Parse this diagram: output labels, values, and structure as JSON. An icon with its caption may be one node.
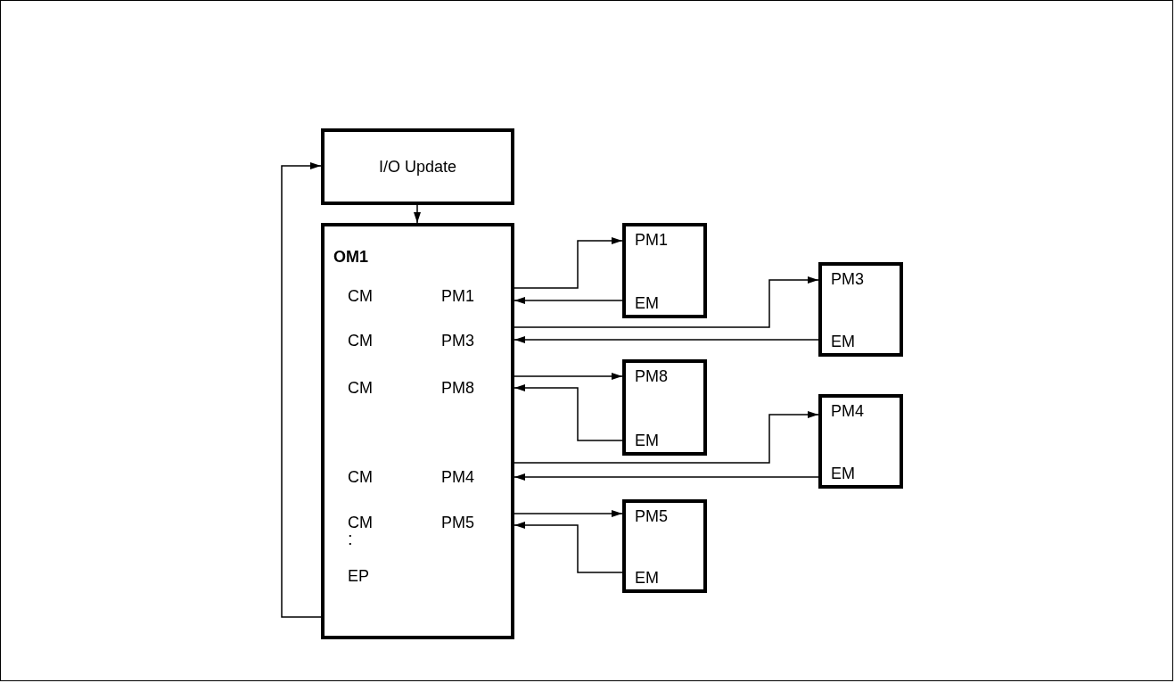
{
  "diagram": {
    "nodes": [
      {
        "text": [
          "I/O Update"
        ]
      },
      {
        "text": [
          "OM1",
          "CM",
          "PM1",
          "CM",
          "PM3",
          "CM",
          "PM8",
          "CM",
          "PM4",
          "CM",
          "PM5",
          ":",
          "EP"
        ]
      },
      {
        "text": [
          "PM1",
          "EM"
        ]
      },
      {
        "text": [
          "PM3",
          "EM"
        ]
      },
      {
        "text": [
          "PM8",
          "EM"
        ]
      },
      {
        "text": [
          "PM4",
          "EM"
        ]
      },
      {
        "text": [
          "PM5",
          "EM"
        ]
      }
    ],
    "edges": [
      {
        "from": 0,
        "to": 1,
        "arrow": "to"
      },
      {
        "from": 1,
        "to": 0,
        "arrow": "to"
      },
      {
        "from": 1,
        "to": 2,
        "arrow": "to"
      },
      {
        "from": 2,
        "to": 1,
        "arrow": "to"
      },
      {
        "from": 1,
        "to": 3,
        "arrow": "to"
      },
      {
        "from": 3,
        "to": 1,
        "arrow": "to"
      },
      {
        "from": 1,
        "to": 4,
        "arrow": "to"
      },
      {
        "from": 4,
        "to": 1,
        "arrow": "to"
      },
      {
        "from": 1,
        "to": 5,
        "arrow": "to"
      },
      {
        "from": 5,
        "to": 1,
        "arrow": "to"
      },
      {
        "from": 1,
        "to": 6,
        "arrow": "to"
      },
      {
        "from": 6,
        "to": 1,
        "arrow": "to"
      }
    ]
  }
}
